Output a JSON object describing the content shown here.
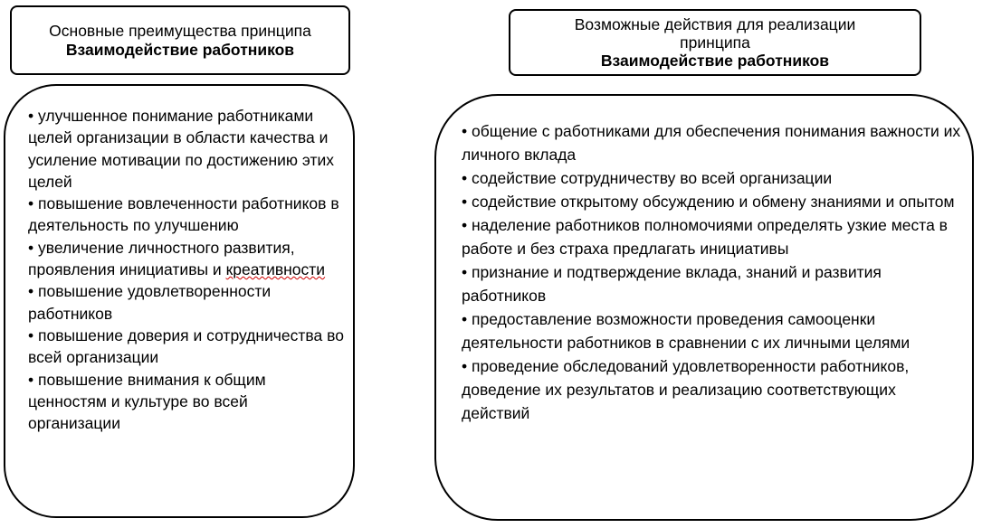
{
  "left": {
    "header_line1": "Основные преимущества принципа",
    "header_line2": "Взаимодействие работников",
    "items": [
      "•  улучшенное понимание работниками целей организации в области качества и усиление мотивации по достижению этих целей",
      "•  повышение вовлеченности работников в деятельность по улучшению",
      "•  увеличение личностного развития, проявления инициативы и",
      "•  повышение удовлетворенности работников",
      "•  повышение доверия и сотрудничества во всей организации",
      "•  повышение внимания к общим ценностям и культуре во всей организации"
    ],
    "item3_last_word": "креативности"
  },
  "right": {
    "header_line1": "Возможные действия для реализации",
    "header_line2": "принципа",
    "header_line3": "Взаимодействие работников",
    "items": [
      "•  общение с работниками для обеспечения понимания важности их личного вклада",
      "•  содействие сотрудничеству во всей организации",
      "•  содействие открытому обсуждению и обмену знаниями и опытом",
      "•  наделение работников полномочиями определять узкие места в работе и без страха предлагать инициативы",
      "•  признание и подтверждение вклада, знаний и развития работников",
      "•  предоставление возможности проведения самооценки деятельности работников в сравнении с их личными целями",
      "•  проведение обследований удовлетворенности работников, доведение их результатов и реализацию соответствующих действий"
    ]
  }
}
